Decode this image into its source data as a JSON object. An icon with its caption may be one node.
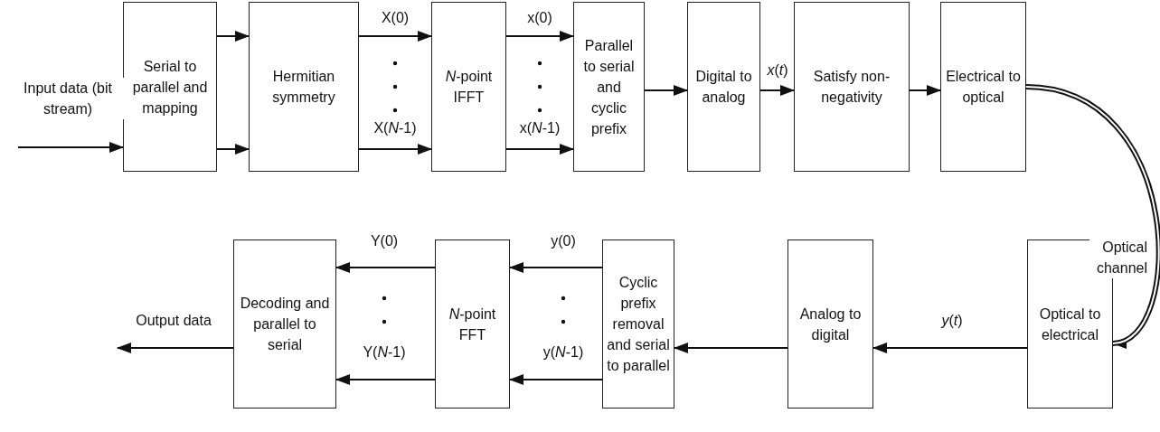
{
  "diagram": {
    "nodes": [
      {
        "text": [
          "Serial to parallel and mapping"
        ]
      },
      {
        "text": [
          "Hermitian symmetry"
        ]
      },
      {
        "text": [
          "*N*-point IFFT"
        ]
      },
      {
        "text": [
          "Parallel to serial and cyclic prefix"
        ]
      },
      {
        "text": [
          "Digital to analog"
        ]
      },
      {
        "text": [
          "Satisfy non-negativity"
        ]
      },
      {
        "text": [
          "Electrical to optical"
        ]
      },
      {
        "text": [
          "Optical to electrical"
        ]
      },
      {
        "text": [
          "Analog to digital"
        ]
      },
      {
        "text": [
          "Cyclic prefix removal and serial to parallel"
        ]
      },
      {
        "text": [
          "*N*-point FFT"
        ]
      },
      {
        "text": [
          "Decoding and parallel to serial"
        ]
      }
    ],
    "edges": [
      {
        "from": null,
        "to": 0,
        "arrow": "to",
        "label": "Input data (bit stream)"
      },
      {
        "from": 0,
        "to": 1,
        "arrow": "to"
      },
      {
        "from": 0,
        "to": 1,
        "arrow": "to"
      },
      {
        "from": 1,
        "to": 2,
        "arrow": "to",
        "label": "X(0)"
      },
      {
        "from": 1,
        "to": 2,
        "arrow": "to",
        "label": "X(*N*-1)"
      },
      {
        "from": 2,
        "to": 3,
        "arrow": "to",
        "label": "x(0)"
      },
      {
        "from": 2,
        "to": 3,
        "arrow": "to",
        "label": "x(*N*-1)"
      },
      {
        "from": 3,
        "to": 4,
        "arrow": "to"
      },
      {
        "from": 4,
        "to": 5,
        "arrow": "to",
        "label": "*x*(*t*)"
      },
      {
        "from": 5,
        "to": 6,
        "arrow": "to"
      },
      {
        "from": 6,
        "to": 7,
        "arrow": "to",
        "label": "Optical channel",
        "style": "thick"
      },
      {
        "from": 7,
        "to": 8,
        "arrow": "to",
        "label": "*y*(*t*)"
      },
      {
        "from": 8,
        "to": 9,
        "arrow": "to"
      },
      {
        "from": 9,
        "to": 10,
        "arrow": "to",
        "label": "y(0)"
      },
      {
        "from": 9,
        "to": 10,
        "arrow": "to",
        "label": "y(*N*-1)"
      },
      {
        "from": 10,
        "to": 11,
        "arrow": "to",
        "label": "Y(0)"
      },
      {
        "from": 10,
        "to": 11,
        "arrow": "to",
        "label": "Y(*N*-1)"
      },
      {
        "from": 11,
        "to": null,
        "arrow": "to",
        "label": "Output data"
      }
    ]
  }
}
